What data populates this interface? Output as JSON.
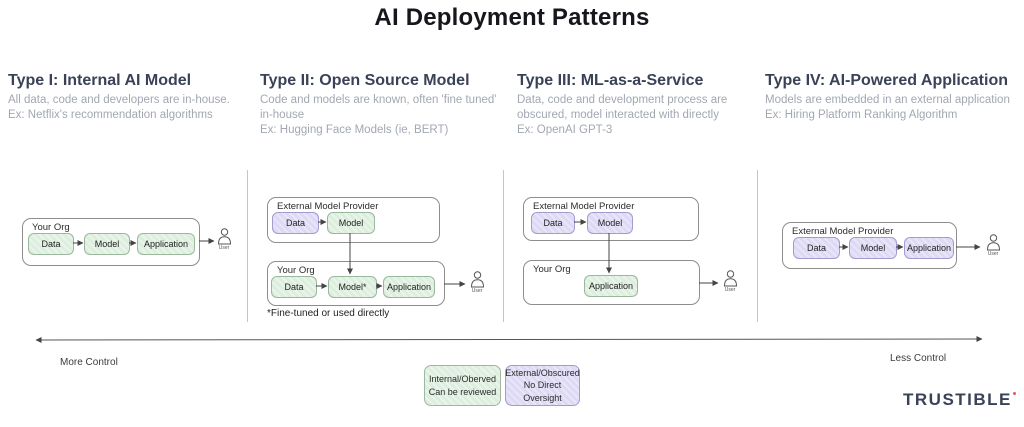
{
  "title": "AI Deployment Patterns",
  "columns": [
    {
      "heading": "Type I: Internal AI Model",
      "description": "All data, code and developers are in-house.",
      "example": "Ex: Netflix's recommendation algorithms"
    },
    {
      "heading": "Type II: Open Source Model",
      "description": "Code and models are known, often 'fine tuned' in-house",
      "example": "Ex: Hugging Face Models (ie, BERT)"
    },
    {
      "heading": "Type III: ML-as-a-Service",
      "description": "Data, code and development process are obscured, model interacted with directly",
      "example": "Ex: OpenAI GPT-3"
    },
    {
      "heading": "Type IV: AI-Powered Application",
      "description": "Models are embedded in an external application",
      "example": "Ex: Hiring Platform Ranking Algorithm"
    }
  ],
  "diagrams": {
    "type1": {
      "org_label": "Your Org",
      "nodes": [
        "Data",
        "Model",
        "Application"
      ],
      "user_label": "User"
    },
    "type2": {
      "provider_label": "External Model Provider",
      "provider_nodes": [
        "Data",
        "Model"
      ],
      "org_label": "Your Org",
      "org_nodes": [
        "Data",
        "Model*",
        "Application"
      ],
      "footnote": "*Fine-tuned or used directly",
      "user_label": "User"
    },
    "type3": {
      "provider_label": "External Model Provider",
      "provider_nodes": [
        "Data",
        "Model"
      ],
      "org_label": "Your Org",
      "org_nodes": [
        "Application"
      ],
      "user_label": "User"
    },
    "type4": {
      "provider_label": "External Model Provider",
      "nodes": [
        "Data",
        "Model",
        "Application"
      ],
      "user_label": "User"
    }
  },
  "axis": {
    "more_label": "More Control",
    "less_label": "Less Control"
  },
  "legend": [
    {
      "line1": "Internal/Oberved",
      "line2": "Can be reviewed",
      "color": "#ddeede"
    },
    {
      "line1": "External/Obscured",
      "line2": "No Direct Oversight",
      "color": "#ded9f5"
    }
  ],
  "logo_text": "TRUSTIBLE",
  "colors": {
    "internal_green": "#ddeede",
    "external_purple": "#ded9f5",
    "heading_navy": "#3a4257",
    "body_gray": "#a2a7b1",
    "logo_dot_red": "#e15b5b",
    "arrow": "#444444"
  }
}
